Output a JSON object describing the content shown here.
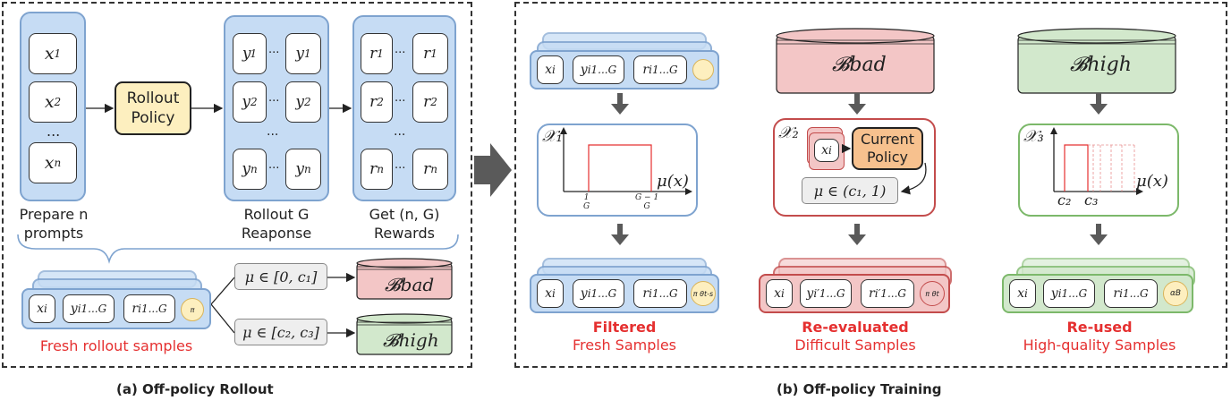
{
  "left": {
    "prompts": [
      "x1",
      "x2",
      "...",
      "xn"
    ],
    "prompt_label": "Prepare n\nprompts",
    "policy_label": "Rollout\nPolicy",
    "resp_dots": "...",
    "resp_label": "Rollout G\nReaponse",
    "rew_label": "Get (n, G)\nRewards",
    "fresh_label": "Fresh rollout samples",
    "cond_bad": "μ ∈ [0, c₁]",
    "cond_high": "μ ∈ [c₂, c₃]",
    "buf_bad": "𝓑bad",
    "buf_high": "𝓑high",
    "caption": "(a) Off-policy Rollout"
  },
  "right": {
    "chi1": "𝒳₁",
    "chi2": "𝒳₂",
    "chi3": "𝒳₃",
    "mux": "μ(x)",
    "tick1": "1/G",
    "tick2": "(G − 1)/G",
    "current_policy": "Current\nPolicy",
    "mu_range": "μ ∈ (c₁, 1)",
    "c2": "c₂",
    "c3": "c₃",
    "buf_bad": "𝓑bad",
    "buf_high": "𝓑high",
    "s1_title": "Filtered",
    "s1_sub": "Fresh Samples",
    "s2_title": "Re-evaluated",
    "s2_sub": "Difficult Samples",
    "s3_title": "Re-used",
    "s3_sub": "High-quality Samples",
    "badge1": "π θt-s",
    "badge2": "π θt",
    "badge3": "αB",
    "caption": "(b) Off-policy Training"
  },
  "colors": {
    "blue": "#c6dcf4",
    "red": "#f3c6c6",
    "green": "#d2e8cc",
    "yellow": "#fdefbf",
    "accent": "#e53030"
  }
}
